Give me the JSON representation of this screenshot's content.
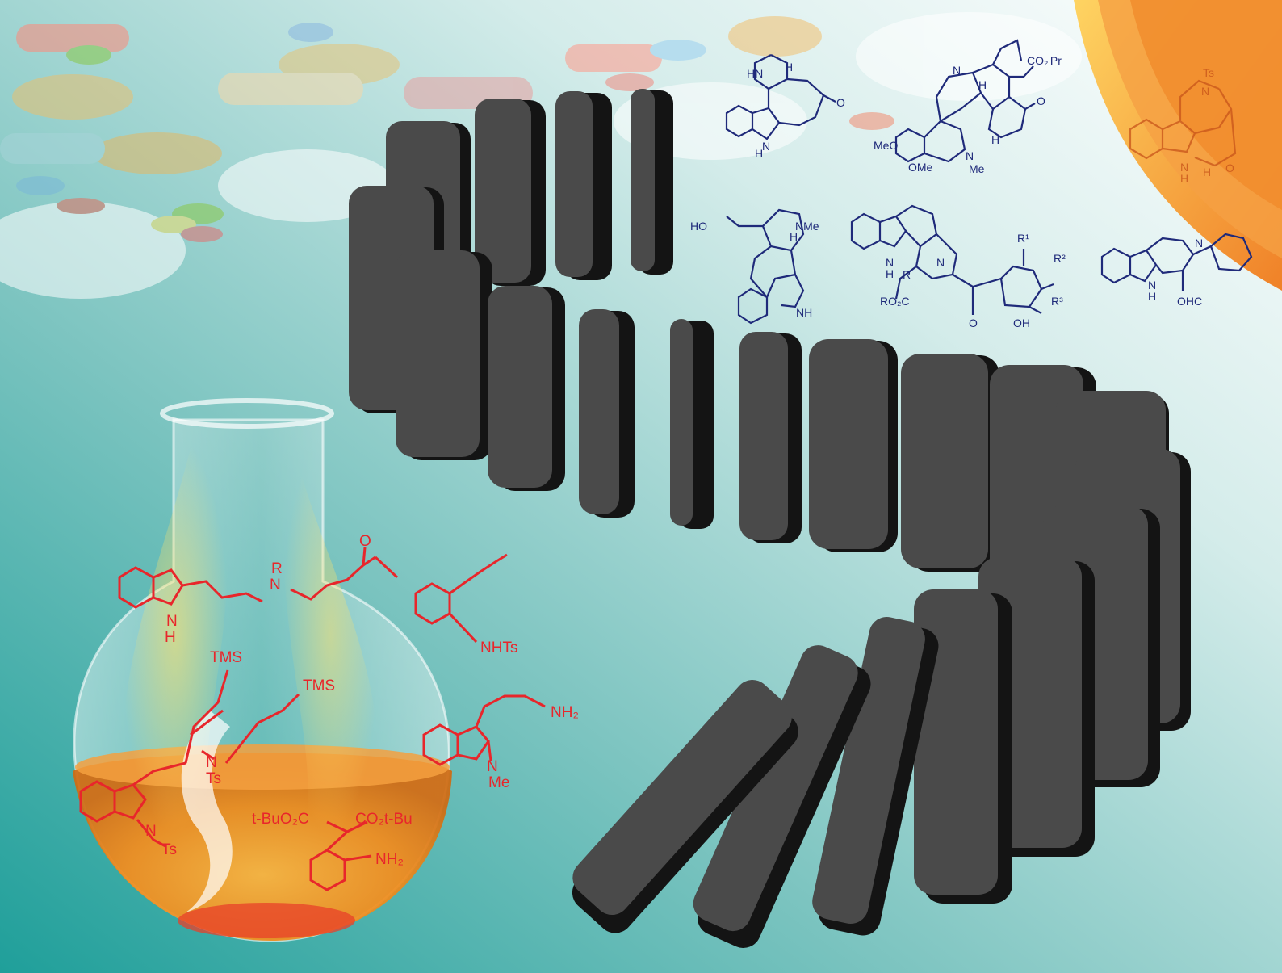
{
  "palette": {
    "bg_teal": "#2fa39e",
    "bg_light": "#eef6f5",
    "domino_face": "#4a4a4a",
    "domino_side": "#141414",
    "red_structures": "#e8262b",
    "blue_structures": "#1f2a7a",
    "orange_arc": "#f07b1d",
    "flask_liquid": "#f08a1a"
  },
  "labels": {
    "blue": {
      "nh_top": "HN",
      "h1": "H",
      "o1": "O",
      "nh1": "N",
      "h_nh1": "H",
      "n2": "N",
      "h2": "H",
      "co2ipr": "CO₂ⁱPr",
      "o2": "O",
      "meo": "MeO",
      "ome": "OMe",
      "nme2": "N",
      "me2": "Me",
      "h2b": "H",
      "ho": "HO",
      "nme": "NMe",
      "h3": "H",
      "nh3": "NH",
      "nh4": "N",
      "h4": "H",
      "r4": "R",
      "n4": "N",
      "ro2c": "RO₂C",
      "o4": "O",
      "oh4": "OH",
      "r1": "R¹",
      "r2": "R²",
      "r3": "R³",
      "nh5": "N",
      "h5": "H",
      "n5": "N",
      "ohc": "OHC"
    },
    "orange": {
      "ts": "Ts",
      "n": "N",
      "nh": "N",
      "h_nh": "H",
      "h": "H",
      "o": "O"
    },
    "red": {
      "r": "R",
      "n": "N",
      "o": "O",
      "nh": "N",
      "h": "H",
      "tms1": "TMS",
      "tms2": "TMS",
      "nhts": "NHTs",
      "n_ts": "N",
      "ts1": "Ts",
      "n_indole": "N",
      "ts2": "Ts",
      "nh2_top": "NH₂",
      "n_me": "N",
      "me": "Me",
      "ester_left": "t-BuO₂C",
      "ester_right": "CO₂t-Bu",
      "nh2_bottom": "NH₂"
    }
  }
}
